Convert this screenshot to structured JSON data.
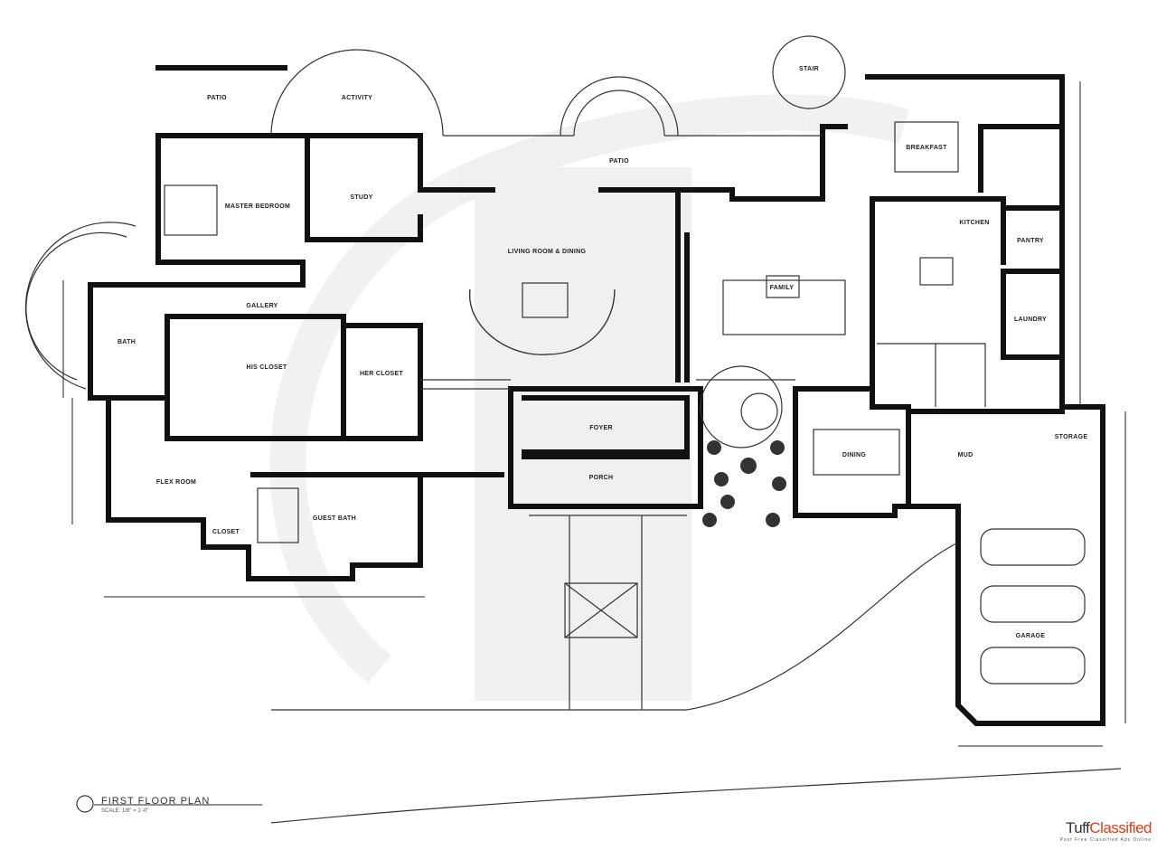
{
  "plan": {
    "title": "FIRST FLOOR PLAN",
    "scale": "SCALE: 1/8\" = 1'-0\"",
    "rooms": [
      {
        "name": "PATIO"
      },
      {
        "name": "ACTIVITY"
      },
      {
        "name": "MASTER BEDROOM"
      },
      {
        "name": "STUDY"
      },
      {
        "name": "PATIO"
      },
      {
        "name": "LIVING ROOM & DINING"
      },
      {
        "name": "FAMILY"
      },
      {
        "name": "BREAKFAST"
      },
      {
        "name": "KITCHEN"
      },
      {
        "name": "BATH"
      },
      {
        "name": "HIS CLOSET"
      },
      {
        "name": "HER CLOSET"
      },
      {
        "name": "FLEX ROOM"
      },
      {
        "name": "GUEST BATH"
      },
      {
        "name": "FOYER"
      },
      {
        "name": "PORCH"
      },
      {
        "name": "DINING"
      },
      {
        "name": "MUD"
      },
      {
        "name": "STORAGE"
      },
      {
        "name": "GARAGE"
      },
      {
        "name": "LAUNDRY"
      },
      {
        "name": "PANTRY"
      },
      {
        "name": "CLOSET"
      },
      {
        "name": "GALLERY"
      },
      {
        "name": "STAIR"
      }
    ]
  },
  "watermark": {
    "brand_a": "Tuff",
    "brand_b": "Classified",
    "tagline": "Post Free Classified Ads Online",
    "accent": "#d6401c"
  }
}
